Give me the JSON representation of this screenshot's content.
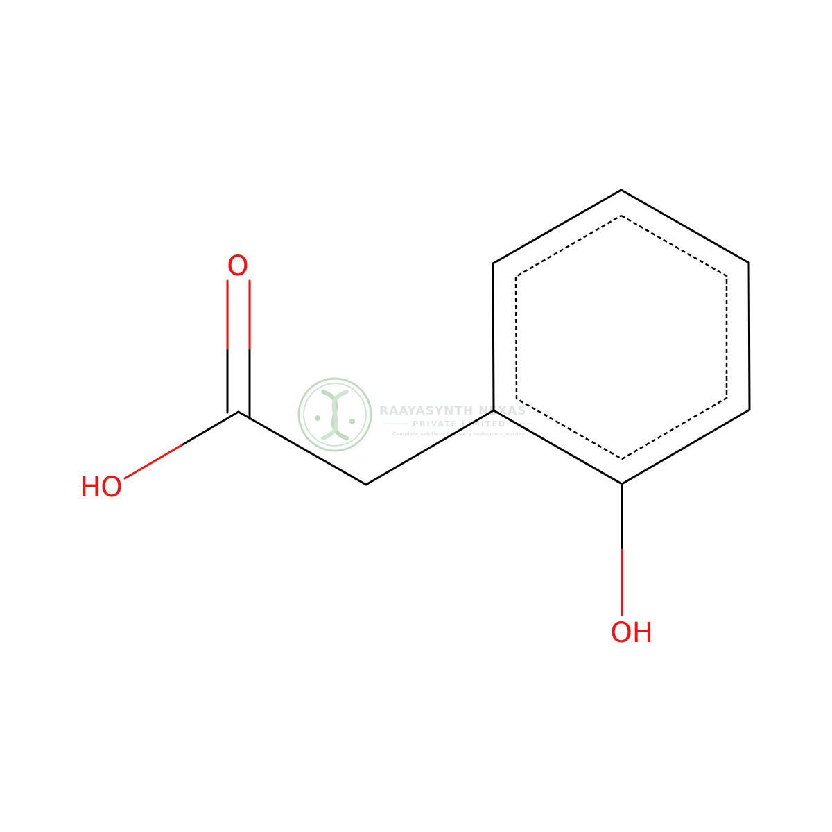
{
  "colors": {
    "bond": "#000000",
    "oxygen": "#ff0d0d",
    "watermark": "#8fbf8f",
    "watermark_text": "#c8cfc8"
  },
  "atoms": {
    "carbonyl_o": "O",
    "acid_oh": "HO",
    "phenol_oh": "OH"
  },
  "watermark": {
    "company": "RAAYASYNTH NEXAS",
    "subtitle": "PRIVATE LIMITED",
    "tagline": "Complete solutions for every molecule's journey",
    "logo_icon": "dna-helix-icon"
  }
}
